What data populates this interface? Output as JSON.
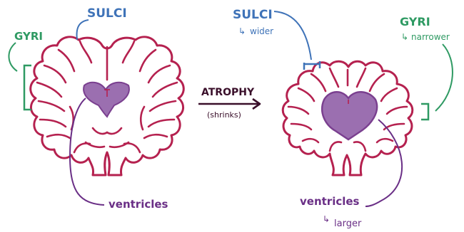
{
  "labels": {
    "left_sulci": "SULCI",
    "left_gyri": "GYRI",
    "left_ventricles": "ventricles",
    "atrophy": "ATROPHY",
    "atrophy_sub": "(shrinks)",
    "right_sulci": "SULCI",
    "right_sulci_note": "wider",
    "right_gyri": "GYRI",
    "right_gyri_note": "narrower",
    "right_ventricles": "ventricles",
    "right_ventricles_note": "larger"
  },
  "colors": {
    "brain_outline": "#b5214f",
    "ventricle_fill": "#9b6fb0",
    "ventricle_stroke": "#7a3f8f",
    "sulci_blue": "#3f73b8",
    "gyri_green": "#2f9a63",
    "ventricle_purple": "#6a2f86",
    "arrow": "#3a0f2a"
  }
}
